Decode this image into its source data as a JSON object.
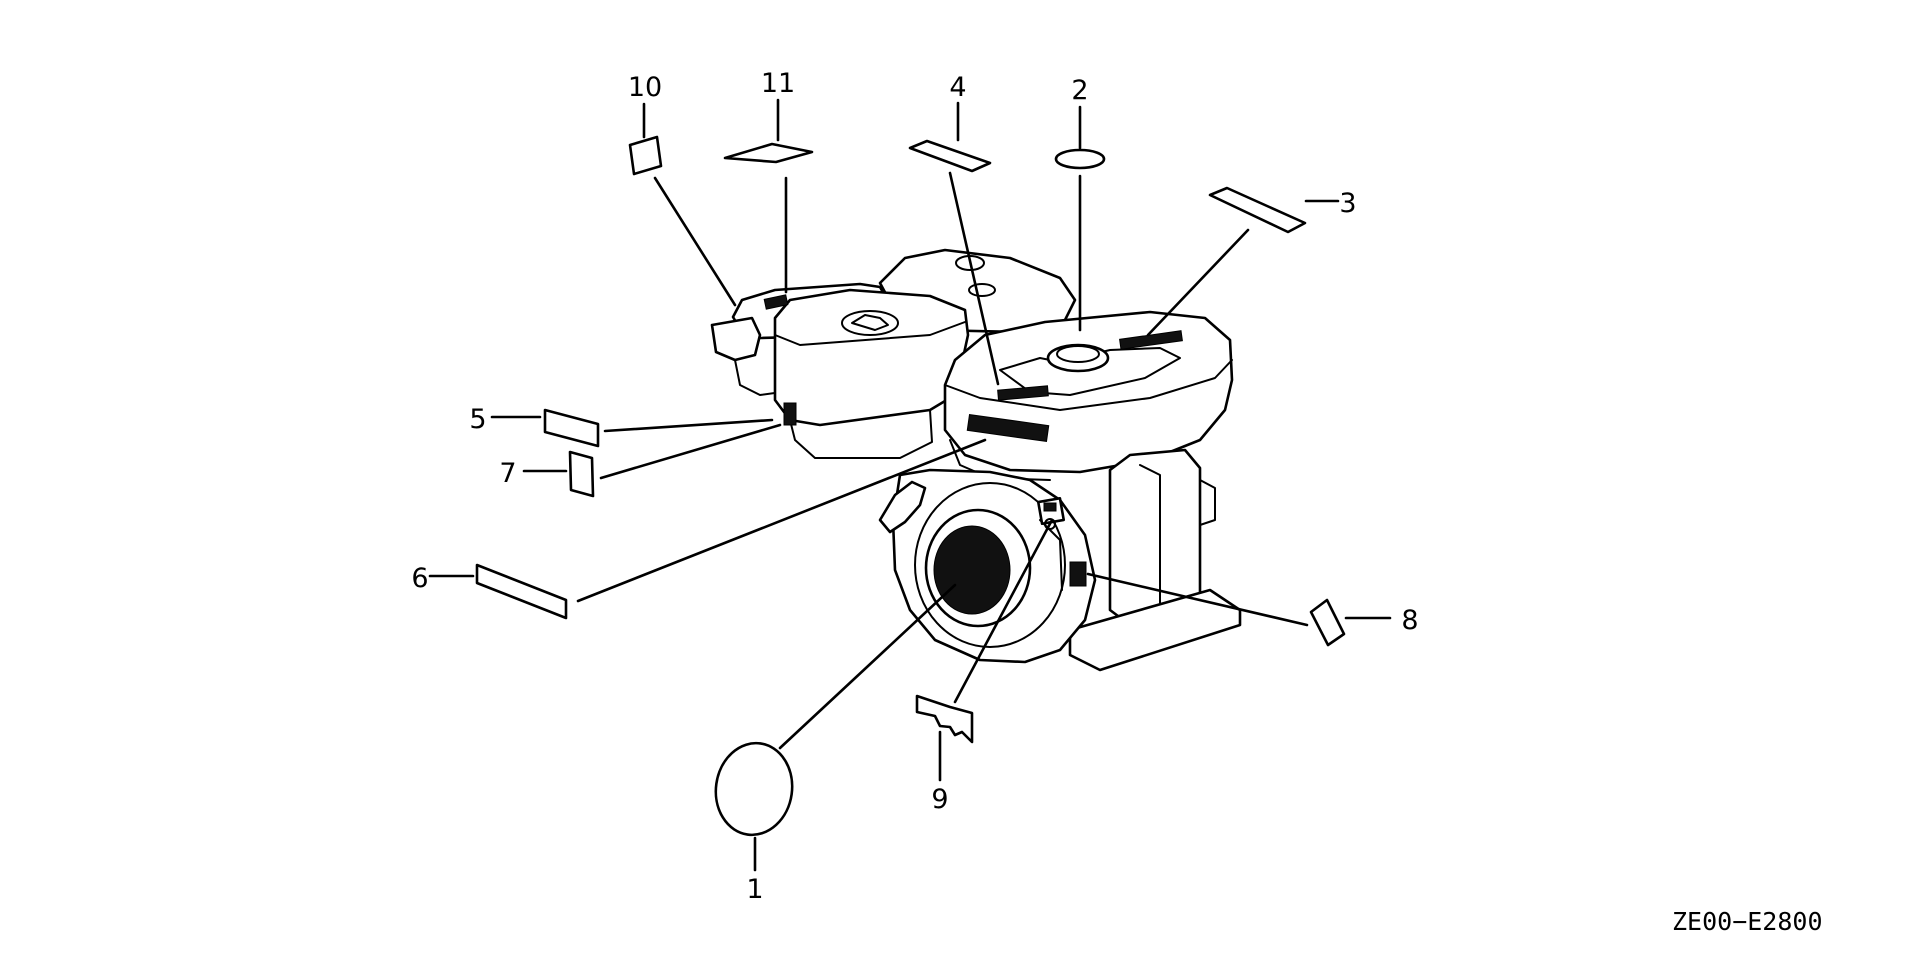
{
  "diagram": {
    "reference_code": "ZE00−E2800",
    "callouts": [
      {
        "id": "1",
        "label": "1"
      },
      {
        "id": "2",
        "label": "2"
      },
      {
        "id": "3",
        "label": "3"
      },
      {
        "id": "4",
        "label": "4"
      },
      {
        "id": "5",
        "label": "5"
      },
      {
        "id": "6",
        "label": "6"
      },
      {
        "id": "7",
        "label": "7"
      },
      {
        "id": "8",
        "label": "8"
      },
      {
        "id": "9",
        "label": "9"
      },
      {
        "id": "10",
        "label": "10"
      },
      {
        "id": "11",
        "label": "11"
      }
    ]
  }
}
